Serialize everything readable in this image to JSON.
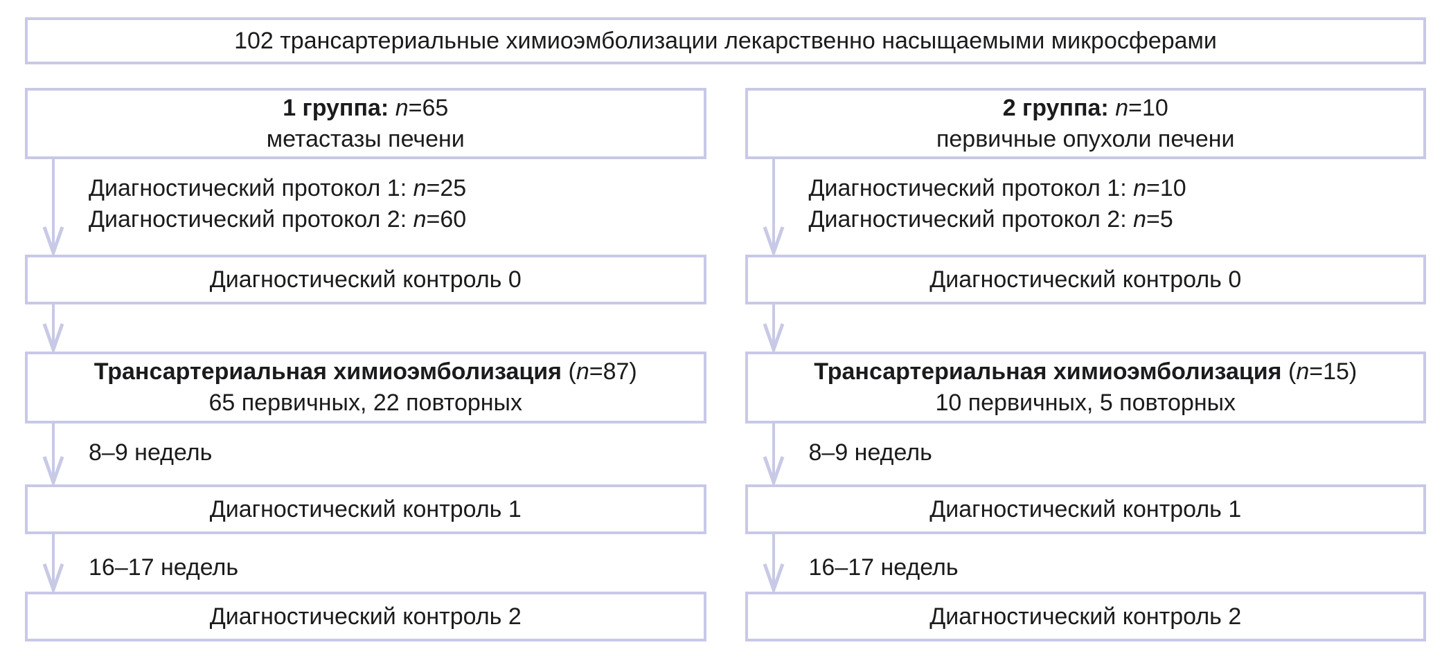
{
  "common": {
    "n": "n",
    "paren_open": " ("
  },
  "colors": {
    "border": "#c8c9e6",
    "arrow": "#c8c9e6",
    "text": "#1b1b1d",
    "background": "#ffffff"
  },
  "top_box": {
    "text": "102 трансартериальные химиоэмболизации лекарственно насыщаемыми микросферами"
  },
  "controls": [
    "Диагностический контроль 0",
    "Диагностический контроль 1",
    "Диагностический контроль 2"
  ],
  "intervals": [
    "8–9 недель",
    "16–17 недель"
  ],
  "groups": [
    {
      "title_bold": "1 группа: ",
      "title_value": "=65",
      "subtitle": "метастазы печени",
      "protocols": [
        {
          "prefix": "Диагностический протокол 1: ",
          "value": "=25"
        },
        {
          "prefix": "Диагностический протокол 2: ",
          "value": "=60"
        }
      ],
      "tace_bold": "Трансартериальная химиоэмболизация",
      "tace_value": "=87)",
      "tace_subtitle": "65 первичных, 22 повторных"
    },
    {
      "title_bold": "2 группа: ",
      "title_value": "=10",
      "subtitle": "первичные опухоли печени",
      "protocols": [
        {
          "prefix": "Диагностический протокол 1: ",
          "value": "=10"
        },
        {
          "prefix": "Диагностический протокол 2: ",
          "value": "=5"
        }
      ],
      "tace_bold": "Трансартериальная химиоэмболизация",
      "tace_value": "=15)",
      "tace_subtitle": "10 первичных, 5 повторных"
    }
  ]
}
